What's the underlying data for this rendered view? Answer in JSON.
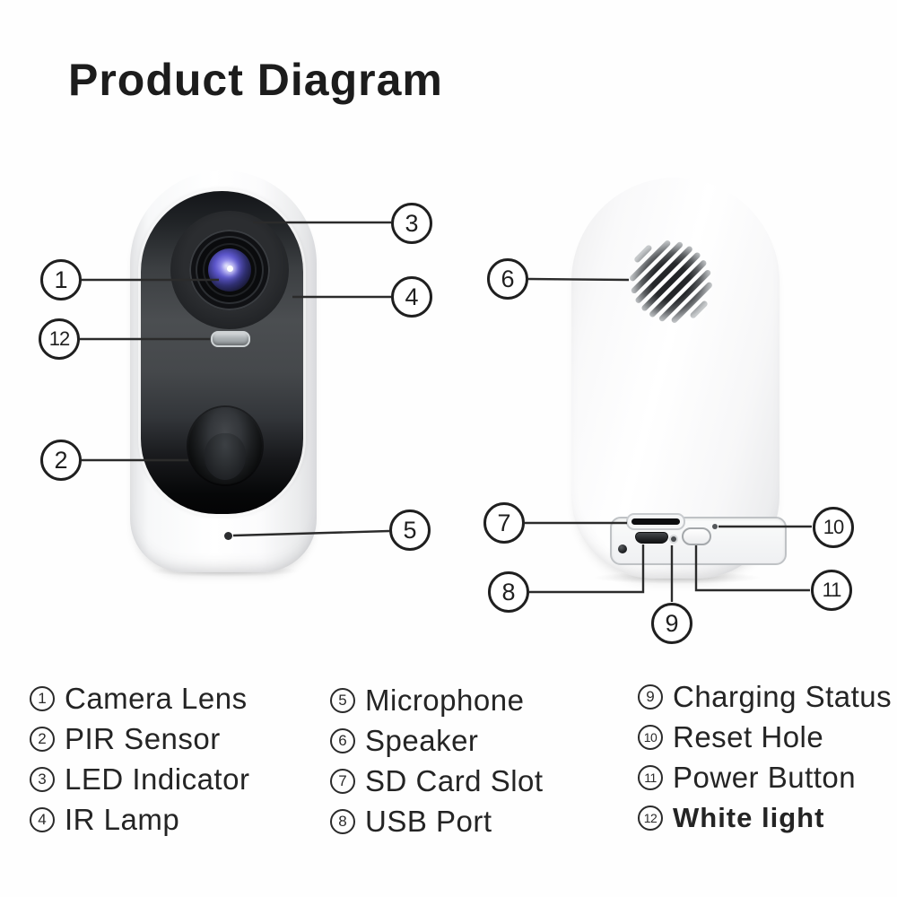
{
  "title": "Product Diagram",
  "colors": {
    "ink": "#1f1f1f",
    "callout_line": "#2b2b2b",
    "panel_dark": "#4a4d50",
    "lens_glow": "#7b74e0",
    "body_white": "#ffffff"
  },
  "callouts": {
    "c1": "1",
    "c2": "2",
    "c3": "3",
    "c4": "4",
    "c5": "5",
    "c6": "6",
    "c7": "7",
    "c8": "8",
    "c9": "9",
    "c10": "10",
    "c11": "11",
    "c12": "12"
  },
  "legend": {
    "columns": [
      {
        "items": [
          {
            "num": "1",
            "label": "Camera Lens"
          },
          {
            "num": "2",
            "label": "PIR Sensor"
          },
          {
            "num": "3",
            "label": "LED Indicator"
          },
          {
            "num": "4",
            "label": "IR Lamp"
          }
        ]
      },
      {
        "items": [
          {
            "num": "5",
            "label": "Microphone"
          },
          {
            "num": "6",
            "label": "Speaker"
          },
          {
            "num": "7",
            "label": "SD Card Slot"
          },
          {
            "num": "8",
            "label": "USB Port"
          }
        ]
      },
      {
        "items": [
          {
            "num": "9",
            "label": "Charging Status"
          },
          {
            "num": "10",
            "label": "Reset Hole"
          },
          {
            "num": "11",
            "label": "Power Button"
          },
          {
            "num": "12",
            "label": "White light",
            "bold": true
          }
        ]
      }
    ]
  }
}
